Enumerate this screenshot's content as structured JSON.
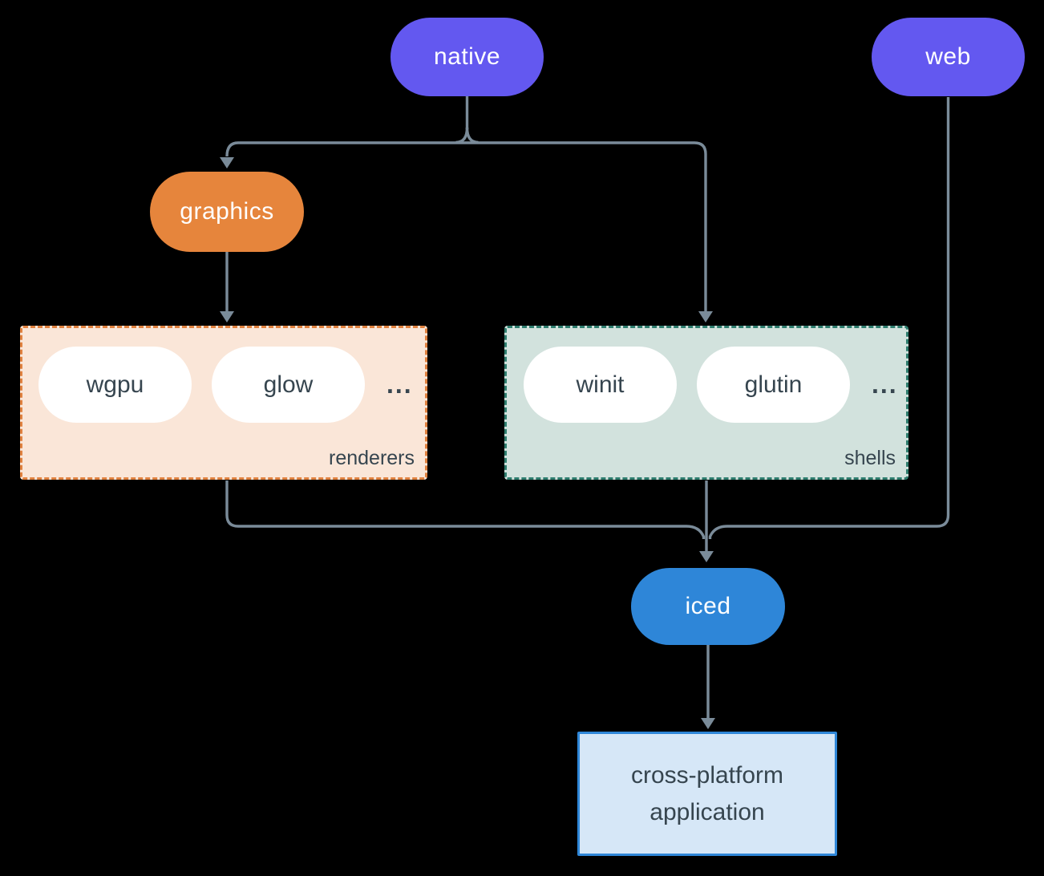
{
  "diagram": {
    "background_color": "#000000",
    "connector_color": "#7A8B99",
    "nodes": {
      "native": {
        "label": "native",
        "fill": "#6358F0",
        "text_color": "#FFFFFF"
      },
      "web": {
        "label": "web",
        "fill": "#6358F0",
        "text_color": "#FFFFFF"
      },
      "graphics": {
        "label": "graphics",
        "fill": "#E6853C",
        "text_color": "#FFFFFF"
      },
      "iced": {
        "label": "iced",
        "fill": "#2E86D8",
        "text_color": "#FFFFFF"
      },
      "application": {
        "lines": [
          "cross-platform",
          "application"
        ],
        "fill": "#D6E7F7",
        "border_color": "#2F87D8",
        "text_color": "#36454F"
      }
    },
    "groups": {
      "renderers": {
        "label": "renderers",
        "fill": "#FAE6D8",
        "border_color": "#E0813F",
        "items": [
          "wgpu",
          "glow"
        ],
        "ellipsis": "...",
        "item_fill": "#FFFFFF",
        "item_text_color": "#36454F"
      },
      "shells": {
        "label": "shells",
        "fill": "#D2E2DD",
        "border_color": "#2E7D6E",
        "items": [
          "winit",
          "glutin"
        ],
        "ellipsis": "...",
        "item_fill": "#FFFFFF",
        "item_text_color": "#36454F"
      }
    },
    "edges": [
      {
        "from": "native",
        "to": "graphics"
      },
      {
        "from": "native",
        "to": "shells"
      },
      {
        "from": "graphics",
        "to": "renderers"
      },
      {
        "from": "renderers",
        "to": "iced"
      },
      {
        "from": "shells",
        "to": "iced"
      },
      {
        "from": "web",
        "to": "iced"
      },
      {
        "from": "iced",
        "to": "application"
      }
    ]
  }
}
